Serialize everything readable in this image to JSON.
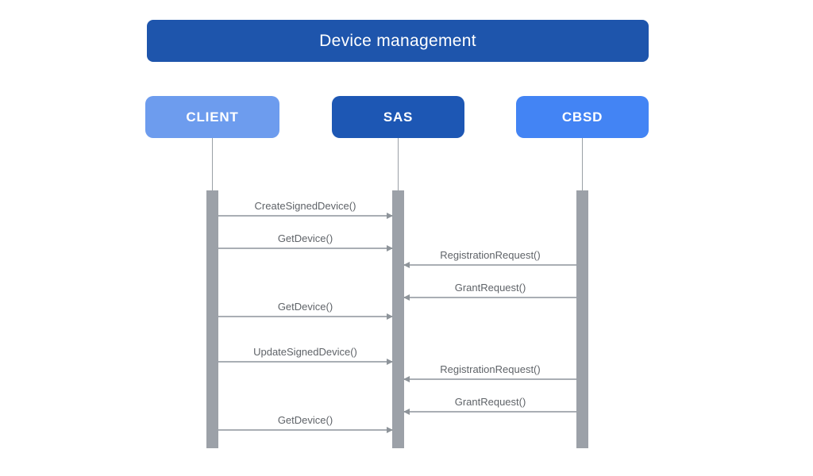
{
  "diagram": {
    "title": "Device management",
    "type": "sequence-diagram",
    "colors": {
      "title_bg": "#1E55AC",
      "client_bg": "#6D9CEE",
      "sas_bg": "#1D57B4",
      "cbsd_bg": "#4384F4",
      "lifeline": "#9AA0A6",
      "activation_bar": "#9CA1A8",
      "arrow": "#A9AEB4",
      "message_text": "#5F6368",
      "actor_text": "#FFFFFF"
    },
    "actors": [
      {
        "id": "client",
        "label": "CLIENT"
      },
      {
        "id": "sas",
        "label": "SAS"
      },
      {
        "id": "cbsd",
        "label": "CBSD"
      }
    ],
    "messages": [
      {
        "label": "CreateSignedDevice()",
        "from": "CLIENT",
        "to": "SAS"
      },
      {
        "label": "GetDevice()",
        "from": "CLIENT",
        "to": "SAS"
      },
      {
        "label": "RegistrationRequest()",
        "from": "CBSD",
        "to": "SAS"
      },
      {
        "label": "GrantRequest()",
        "from": "CBSD",
        "to": "SAS"
      },
      {
        "label": "GetDevice()",
        "from": "CLIENT",
        "to": "SAS"
      },
      {
        "label": "UpdateSignedDevice()",
        "from": "CLIENT",
        "to": "SAS"
      },
      {
        "label": "RegistrationRequest()",
        "from": "CBSD",
        "to": "SAS"
      },
      {
        "label": "GrantRequest()",
        "from": "CBSD",
        "to": "SAS"
      },
      {
        "label": "GetDevice()",
        "from": "CLIENT",
        "to": "SAS"
      }
    ]
  }
}
